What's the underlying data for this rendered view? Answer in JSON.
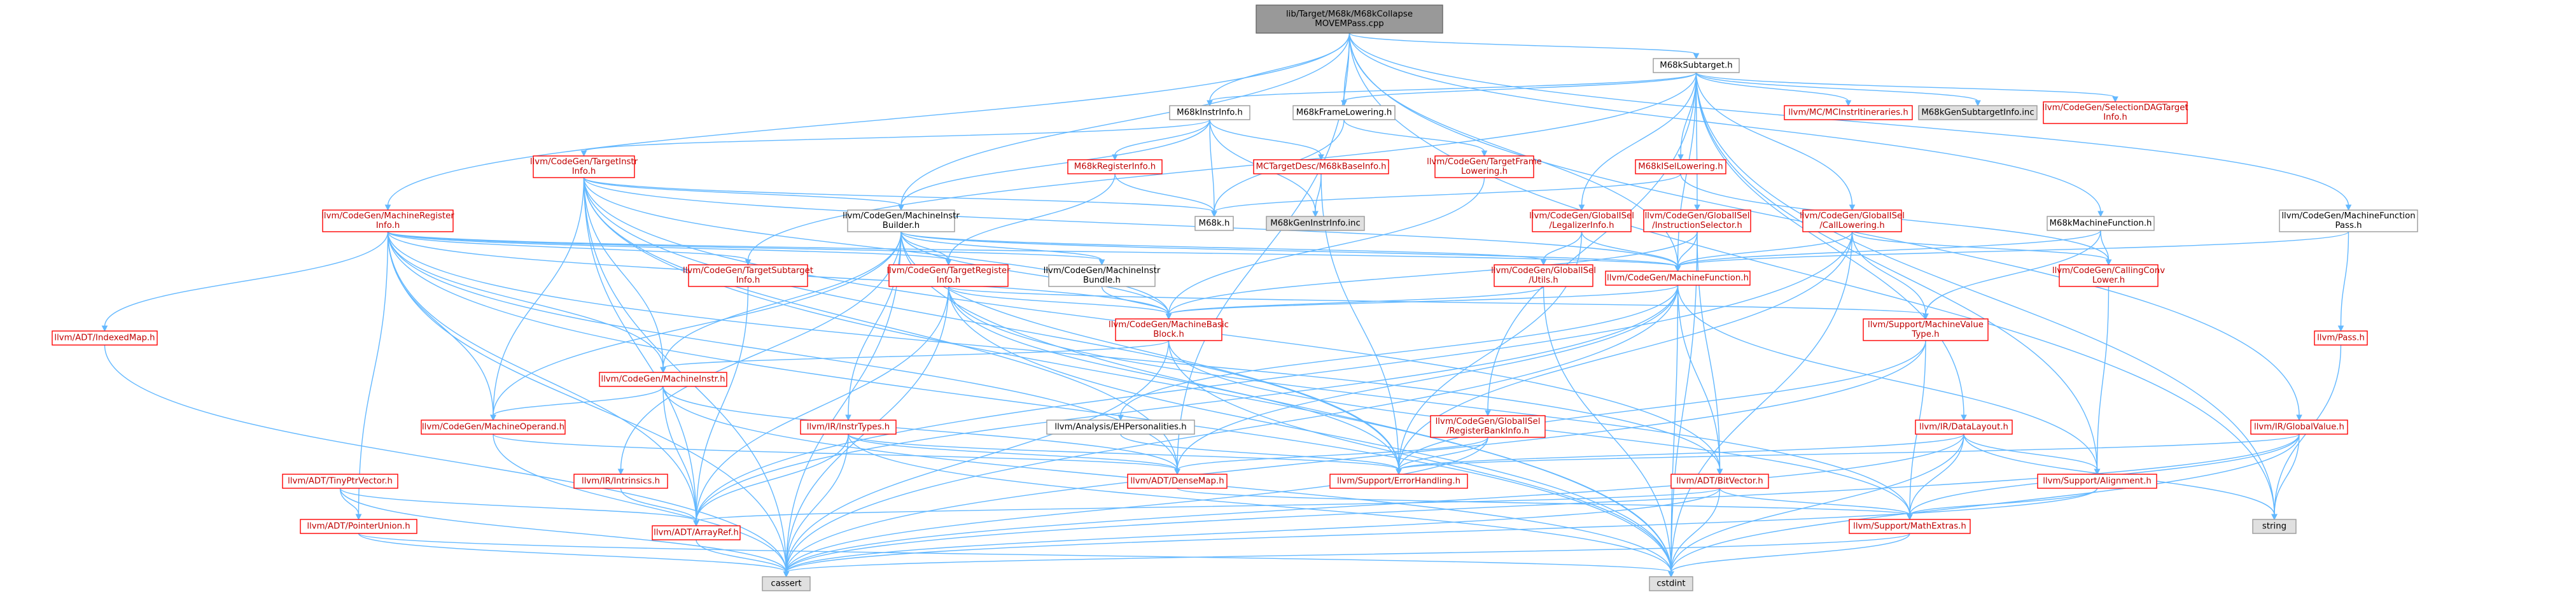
{
  "colors": {
    "edge": "#63B8FF",
    "root_fill": "#999999",
    "root_border": "#666666",
    "linked_border": "#FF0000",
    "plain_border": "#999999",
    "external_fill": "#E0E0E0",
    "text_plain": "#000000",
    "text_linked": "#BF0000"
  },
  "graph": {
    "root": "root",
    "nodes": [
      {
        "id": "root",
        "lines": [
          "lib/Target/M68k/M68kCollapse",
          "MOVEMPass.cpp"
        ],
        "kind": "root"
      },
      {
        "id": "subtarget",
        "lines": [
          "M68kSubtarget.h"
        ],
        "kind": "plain"
      },
      {
        "id": "instrinfo",
        "lines": [
          "M68kInstrInfo.h"
        ],
        "kind": "plain"
      },
      {
        "id": "framelowering",
        "lines": [
          "M68kFrameLowering.h"
        ],
        "kind": "plain"
      },
      {
        "id": "mcinstritineraries",
        "lines": [
          "llvm/MC/MCInstrItineraries.h"
        ],
        "kind": "linked"
      },
      {
        "id": "gensubtargetinfo",
        "lines": [
          "M68kGenSubtargetInfo.inc"
        ],
        "kind": "external"
      },
      {
        "id": "selectiondagtargetinfo",
        "lines": [
          "llvm/CodeGen/SelectionDAGTarget",
          "Info.h"
        ],
        "kind": "linked"
      },
      {
        "id": "targetinstrinfo",
        "lines": [
          "llvm/CodeGen/TargetInstr",
          "Info.h"
        ],
        "kind": "linked"
      },
      {
        "id": "registerinfo",
        "lines": [
          "M68kRegisterInfo.h"
        ],
        "kind": "linked"
      },
      {
        "id": "mctargetdesc",
        "lines": [
          "MCTargetDesc/M68kBaseInfo.h"
        ],
        "kind": "linked"
      },
      {
        "id": "targetframelowering",
        "lines": [
          "llvm/CodeGen/TargetFrame",
          "Lowering.h"
        ],
        "kind": "linked"
      },
      {
        "id": "iselowering",
        "lines": [
          "M68kISelLowering.h"
        ],
        "kind": "linked"
      },
      {
        "id": "m68k",
        "lines": [
          "M68k.h"
        ],
        "kind": "plain"
      },
      {
        "id": "geninstrinfo",
        "lines": [
          "M68kGenInstrInfo.inc"
        ],
        "kind": "external"
      },
      {
        "id": "machineinstrbuilder",
        "lines": [
          "llvm/CodeGen/MachineInstr",
          "Builder.h"
        ],
        "kind": "plain"
      },
      {
        "id": "machineregisterinfo",
        "lines": [
          "llvm/CodeGen/MachineRegister",
          "Info.h"
        ],
        "kind": "linked"
      },
      {
        "id": "legalizerinfo",
        "lines": [
          "llvm/CodeGen/GlobalISel",
          "/LegalizerInfo.h"
        ],
        "kind": "linked"
      },
      {
        "id": "instructionselector",
        "lines": [
          "llvm/CodeGen/GlobalISel",
          "/InstructionSelector.h"
        ],
        "kind": "linked"
      },
      {
        "id": "calllowering",
        "lines": [
          "llvm/CodeGen/GlobalISel",
          "/CallLowering.h"
        ],
        "kind": "linked"
      },
      {
        "id": "m68kmachinefunction",
        "lines": [
          "M68kMachineFunction.h"
        ],
        "kind": "plain"
      },
      {
        "id": "machinefunctionpass",
        "lines": [
          "llvm/CodeGen/MachineFunction",
          "Pass.h"
        ],
        "kind": "plain"
      },
      {
        "id": "targetsubtargetinfo",
        "lines": [
          "llvm/CodeGen/TargetSubtarget",
          "Info.h"
        ],
        "kind": "linked"
      },
      {
        "id": "targetregisterinfo",
        "lines": [
          "llvm/CodeGen/TargetRegister",
          "Info.h"
        ],
        "kind": "linked"
      },
      {
        "id": "machineinstrbundle",
        "lines": [
          "llvm/CodeGen/MachineInstr",
          "Bundle.h"
        ],
        "kind": "plain"
      },
      {
        "id": "globalisel_utils",
        "lines": [
          "llvm/CodeGen/GlobalISel",
          "/Utils.h"
        ],
        "kind": "linked"
      },
      {
        "id": "machinefunction",
        "lines": [
          "llvm/CodeGen/MachineFunction.h"
        ],
        "kind": "linked"
      },
      {
        "id": "callingconvlower",
        "lines": [
          "llvm/CodeGen/CallingConv",
          "Lower.h"
        ],
        "kind": "linked"
      },
      {
        "id": "indexedmap",
        "lines": [
          "llvm/ADT/IndexedMap.h"
        ],
        "kind": "linked"
      },
      {
        "id": "machinebasicblock",
        "lines": [
          "llvm/CodeGen/MachineBasic",
          "Block.h"
        ],
        "kind": "linked"
      },
      {
        "id": "machinevaluetype",
        "lines": [
          "llvm/Support/MachineValue",
          "Type.h"
        ],
        "kind": "linked"
      },
      {
        "id": "pass",
        "lines": [
          "llvm/Pass.h"
        ],
        "kind": "linked"
      },
      {
        "id": "machineinstr",
        "lines": [
          "llvm/CodeGen/MachineInstr.h"
        ],
        "kind": "linked"
      },
      {
        "id": "machineoperand",
        "lines": [
          "llvm/CodeGen/MachineOperand.h"
        ],
        "kind": "linked"
      },
      {
        "id": "ehpersonalities",
        "lines": [
          "llvm/Analysis/EHPersonalities.h"
        ],
        "kind": "plain"
      },
      {
        "id": "instrtypes",
        "lines": [
          "llvm/IR/InstrTypes.h"
        ],
        "kind": "linked"
      },
      {
        "id": "registerbankinfo",
        "lines": [
          "llvm/CodeGen/GlobalISel",
          "/RegisterBankInfo.h"
        ],
        "kind": "linked"
      },
      {
        "id": "datalayout",
        "lines": [
          "llvm/IR/DataLayout.h"
        ],
        "kind": "linked"
      },
      {
        "id": "globalvalue",
        "lines": [
          "llvm/IR/GlobalValue.h"
        ],
        "kind": "linked"
      },
      {
        "id": "tinyptrvector",
        "lines": [
          "llvm/ADT/TinyPtrVector.h"
        ],
        "kind": "linked"
      },
      {
        "id": "intrinsics",
        "lines": [
          "llvm/IR/Intrinsics.h"
        ],
        "kind": "linked"
      },
      {
        "id": "densemap",
        "lines": [
          "llvm/ADT/DenseMap.h"
        ],
        "kind": "linked"
      },
      {
        "id": "errorhandling",
        "lines": [
          "llvm/Support/ErrorHandling.h"
        ],
        "kind": "linked"
      },
      {
        "id": "bitvector",
        "lines": [
          "llvm/ADT/BitVector.h"
        ],
        "kind": "linked"
      },
      {
        "id": "alignment",
        "lines": [
          "llvm/Support/Alignment.h"
        ],
        "kind": "linked"
      },
      {
        "id": "pointerunion",
        "lines": [
          "llvm/ADT/PointerUnion.h"
        ],
        "kind": "linked"
      },
      {
        "id": "arrayref",
        "lines": [
          "llvm/ADT/ArrayRef.h"
        ],
        "kind": "linked"
      },
      {
        "id": "mathextras",
        "lines": [
          "llvm/Support/MathExtras.h"
        ],
        "kind": "linked"
      },
      {
        "id": "string",
        "lines": [
          "string"
        ],
        "kind": "external"
      },
      {
        "id": "cassert",
        "lines": [
          "cassert"
        ],
        "kind": "external"
      },
      {
        "id": "cstdint",
        "lines": [
          "cstdint"
        ],
        "kind": "external"
      }
    ],
    "edges": [
      [
        "root",
        "subtarget"
      ],
      [
        "root",
        "instrinfo"
      ],
      [
        "root",
        "framelowering"
      ],
      [
        "root",
        "machineinstrbuilder"
      ],
      [
        "root",
        "machineregisterinfo"
      ],
      [
        "root",
        "m68kmachinefunction"
      ],
      [
        "root",
        "machinefunctionpass"
      ],
      [
        "root",
        "globalvalue"
      ],
      [
        "root",
        "string"
      ],
      [
        "root",
        "machinefunction"
      ],
      [
        "root",
        "densemap"
      ],
      [
        "subtarget",
        "instrinfo"
      ],
      [
        "subtarget",
        "framelowering"
      ],
      [
        "subtarget",
        "mcinstritineraries"
      ],
      [
        "subtarget",
        "gensubtargetinfo"
      ],
      [
        "subtarget",
        "selectiondagtargetinfo"
      ],
      [
        "subtarget",
        "iselowering"
      ],
      [
        "subtarget",
        "legalizerinfo"
      ],
      [
        "subtarget",
        "instructionselector"
      ],
      [
        "subtarget",
        "calllowering"
      ],
      [
        "subtarget",
        "registerbankinfo"
      ],
      [
        "subtarget",
        "targetsubtargetinfo"
      ],
      [
        "subtarget",
        "datalayout"
      ],
      [
        "subtarget",
        "alignment"
      ],
      [
        "subtarget",
        "string"
      ],
      [
        "subtarget",
        "machinefunction"
      ],
      [
        "instrinfo",
        "targetinstrinfo"
      ],
      [
        "instrinfo",
        "registerinfo"
      ],
      [
        "instrinfo",
        "mctargetdesc"
      ],
      [
        "instrinfo",
        "m68k"
      ],
      [
        "instrinfo",
        "geninstrinfo"
      ],
      [
        "instrinfo",
        "machineinstrbuilder"
      ],
      [
        "framelowering",
        "targetframelowering"
      ],
      [
        "framelowering",
        "m68k"
      ],
      [
        "targetinstrinfo",
        "m68k"
      ],
      [
        "targetinstrinfo",
        "machineinstrbuilder"
      ],
      [
        "targetinstrinfo",
        "machinebasicblock"
      ],
      [
        "targetinstrinfo",
        "machineinstr"
      ],
      [
        "targetinstrinfo",
        "machineoperand"
      ],
      [
        "targetinstrinfo",
        "arrayref"
      ],
      [
        "targetinstrinfo",
        "densemap"
      ],
      [
        "targetinstrinfo",
        "errorhandling"
      ],
      [
        "targetinstrinfo",
        "cassert"
      ],
      [
        "targetinstrinfo",
        "cstdint"
      ],
      [
        "targetinstrinfo",
        "machinefunction"
      ],
      [
        "targetinstrinfo",
        "bitvector"
      ],
      [
        "registerinfo",
        "targetregisterinfo"
      ],
      [
        "registerinfo",
        "m68k"
      ],
      [
        "mctargetdesc",
        "geninstrinfo"
      ],
      [
        "mctargetdesc",
        "errorhandling"
      ],
      [
        "targetframelowering",
        "machinebasicblock"
      ],
      [
        "iselowering",
        "m68k"
      ],
      [
        "iselowering",
        "callingconvlower"
      ],
      [
        "machineinstrbuilder",
        "machinebasicblock"
      ],
      [
        "machineinstrbuilder",
        "machineinstr"
      ],
      [
        "machineinstrbuilder",
        "machineoperand"
      ],
      [
        "machineinstrbuilder",
        "machineinstrbundle"
      ],
      [
        "machineinstrbuilder",
        "targetregisterinfo"
      ],
      [
        "machineinstrbuilder",
        "instrtypes"
      ],
      [
        "machineinstrbuilder",
        "intrinsics"
      ],
      [
        "machineinstrbuilder",
        "globalisel_utils"
      ],
      [
        "machineinstrbuilder",
        "machinefunction"
      ],
      [
        "machineinstrbuilder",
        "errorhandling"
      ],
      [
        "machineinstrbuilder",
        "cassert"
      ],
      [
        "machineinstrbuilder",
        "cstdint"
      ],
      [
        "machineregisterinfo",
        "indexedmap"
      ],
      [
        "machineregisterinfo",
        "targetregisterinfo"
      ],
      [
        "machineregisterinfo",
        "targetsubtargetinfo"
      ],
      [
        "machineregisterinfo",
        "machinebasicblock"
      ],
      [
        "machineregisterinfo",
        "machineinstr"
      ],
      [
        "machineregisterinfo",
        "machineoperand"
      ],
      [
        "machineregisterinfo",
        "machineinstrbundle"
      ],
      [
        "machineregisterinfo",
        "machinefunction"
      ],
      [
        "machineregisterinfo",
        "bitvector"
      ],
      [
        "machineregisterinfo",
        "densemap"
      ],
      [
        "machineregisterinfo",
        "arrayref"
      ],
      [
        "machineregisterinfo",
        "pointerunion"
      ],
      [
        "machineregisterinfo",
        "cassert"
      ],
      [
        "machineregisterinfo",
        "cstdint"
      ],
      [
        "legalizerinfo",
        "machinefunction"
      ],
      [
        "legalizerinfo",
        "globalisel_utils"
      ],
      [
        "legalizerinfo",
        "errorhandling"
      ],
      [
        "instructionselector",
        "machinefunction"
      ],
      [
        "instructionselector",
        "machinebasicblock"
      ],
      [
        "instructionselector",
        "bitvector"
      ],
      [
        "instructionselector",
        "cstdint"
      ],
      [
        "calllowering",
        "machinefunction"
      ],
      [
        "calllowering",
        "callingconvlower"
      ],
      [
        "calllowering",
        "machinevaluetype"
      ],
      [
        "calllowering",
        "arrayref"
      ],
      [
        "calllowering",
        "errorhandling"
      ],
      [
        "calllowering",
        "cstdint"
      ],
      [
        "m68kmachinefunction",
        "machinefunction"
      ],
      [
        "m68kmachinefunction",
        "callingconvlower"
      ],
      [
        "m68kmachinefunction",
        "machinevaluetype"
      ],
      [
        "machinefunctionpass",
        "machinefunction"
      ],
      [
        "machinefunctionpass",
        "pass"
      ],
      [
        "targetsubtargetinfo",
        "arrayref"
      ],
      [
        "targetregisterinfo",
        "machinebasicblock"
      ],
      [
        "targetregisterinfo",
        "machinevaluetype"
      ],
      [
        "targetregisterinfo",
        "arrayref"
      ],
      [
        "targetregisterinfo",
        "errorhandling"
      ],
      [
        "targetregisterinfo",
        "mathextras"
      ],
      [
        "targetregisterinfo",
        "cassert"
      ],
      [
        "targetregisterinfo",
        "cstdint"
      ],
      [
        "machineinstrbundle",
        "machinebasicblock"
      ],
      [
        "globalisel_utils",
        "machinebasicblock"
      ],
      [
        "globalisel_utils",
        "cstdint"
      ],
      [
        "machinefunction",
        "machinebasicblock"
      ],
      [
        "machinefunction",
        "ehpersonalities"
      ],
      [
        "machinefunction",
        "bitvector"
      ],
      [
        "machinefunction",
        "densemap"
      ],
      [
        "machinefunction",
        "alignment"
      ],
      [
        "machinefunction",
        "arrayref"
      ],
      [
        "machinefunction",
        "cassert"
      ],
      [
        "machinefunction",
        "cstdint"
      ],
      [
        "callingconvlower",
        "alignment"
      ],
      [
        "indexedmap",
        "cassert"
      ],
      [
        "machinebasicblock",
        "machineinstr"
      ],
      [
        "machinebasicblock",
        "mathextras"
      ],
      [
        "machinebasicblock",
        "cassert"
      ],
      [
        "machinebasicblock",
        "cstdint"
      ],
      [
        "machinevaluetype",
        "errorhandling"
      ],
      [
        "machinevaluetype",
        "mathextras"
      ],
      [
        "machinevaluetype",
        "cassert"
      ],
      [
        "pass",
        "string"
      ],
      [
        "machineinstr",
        "machineoperand"
      ],
      [
        "machineinstr",
        "densemap"
      ],
      [
        "machineinstr",
        "arrayref"
      ],
      [
        "machineinstr",
        "cstdint"
      ],
      [
        "machineoperand",
        "densemap"
      ],
      [
        "machineoperand",
        "cassert"
      ],
      [
        "ehpersonalities",
        "errorhandling"
      ],
      [
        "instrtypes",
        "densemap"
      ],
      [
        "instrtypes",
        "errorhandling"
      ],
      [
        "instrtypes",
        "arrayref"
      ],
      [
        "instrtypes",
        "cassert"
      ],
      [
        "instrtypes",
        "cstdint"
      ],
      [
        "registerbankinfo",
        "densemap"
      ],
      [
        "registerbankinfo",
        "errorhandling"
      ],
      [
        "registerbankinfo",
        "cassert"
      ],
      [
        "datalayout",
        "alignment"
      ],
      [
        "datalayout",
        "errorhandling"
      ],
      [
        "datalayout",
        "mathextras"
      ],
      [
        "datalayout",
        "string"
      ],
      [
        "datalayout",
        "cassert"
      ],
      [
        "datalayout",
        "cstdint"
      ],
      [
        "globalvalue",
        "errorhandling"
      ],
      [
        "globalvalue",
        "mathextras"
      ],
      [
        "globalvalue",
        "string"
      ],
      [
        "globalvalue",
        "cassert"
      ],
      [
        "globalvalue",
        "cstdint"
      ],
      [
        "tinyptrvector",
        "pointerunion"
      ],
      [
        "tinyptrvector",
        "arrayref"
      ],
      [
        "tinyptrvector",
        "cassert"
      ],
      [
        "intrinsics",
        "arrayref"
      ],
      [
        "densemap",
        "mathextras"
      ],
      [
        "bitvector",
        "mathextras"
      ],
      [
        "bitvector",
        "arrayref"
      ],
      [
        "bitvector",
        "cassert"
      ],
      [
        "bitvector",
        "cstdint"
      ],
      [
        "alignment",
        "mathextras"
      ],
      [
        "alignment",
        "cassert"
      ],
      [
        "pointerunion",
        "cassert"
      ],
      [
        "pointerunion",
        "cstdint"
      ],
      [
        "arrayref",
        "cassert"
      ],
      [
        "mathextras",
        "cassert"
      ],
      [
        "mathextras",
        "cstdint"
      ]
    ]
  }
}
